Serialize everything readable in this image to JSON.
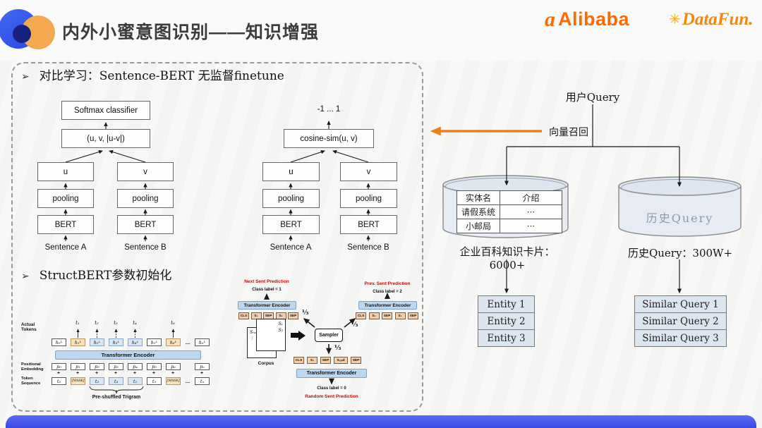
{
  "header": {
    "title": "内外小蜜意图识别——知识增强",
    "alibaba_icon": "a",
    "alibaba_text": "Alibaba",
    "datafun_icon": "✳",
    "datafun_text": "DataFun."
  },
  "bullets": {
    "marker": "➢"
  },
  "contrastive": {
    "heading": "对比学习：Sentence-BERT 无监督finetune",
    "left": {
      "classifier": "Softmax classifier",
      "concat": "(u, v, |u-v|)",
      "u": "u",
      "v": "v",
      "pooling": "pooling",
      "bert": "BERT",
      "sent_a": "Sentence A",
      "sent_b": "Sentence B"
    },
    "right": {
      "range": "-1 ... 1",
      "cosine": "cosine-sim(u, v)",
      "u": "u",
      "v": "v",
      "pooling": "pooling",
      "bert": "BERT",
      "sent_a": "Sentence A",
      "sent_b": "Sentence B"
    }
  },
  "structbert": {
    "heading": "StructBERT参数初始化",
    "actual_tokens": "Actual Tokens",
    "top_tokens": [
      "t₁",
      "t₂",
      "t₃",
      "t₄",
      "t₆"
    ],
    "h_row": [
      "h₀ᴸ",
      "h₁ᴸ",
      "h₂ᴸ",
      "h₃ᴸ",
      "h₄ᴸ",
      "h₅ᴸ",
      "h₆ᴸ",
      "…",
      "hₙᴸ"
    ],
    "encoder": "Transformer Encoder",
    "pos_label": "Positional Embedding",
    "p_row": [
      "p₀",
      "p₁",
      "p₂",
      "p₃",
      "p₄",
      "p₅",
      "p₆",
      "pₙ"
    ],
    "plus": "+",
    "tok_label": "Token Sequence",
    "t_row": [
      "t₀",
      "[MASK]",
      "t₃",
      "t₄",
      "t₂",
      "t₅",
      "[MASK]",
      "…",
      "tₙ"
    ],
    "trigram": "Pre-shuffled Trigram",
    "next_title": "Next Sent Prediction",
    "next_label": "Class label = 1",
    "next_tokens": [
      "CLS",
      "S₁",
      "SEP",
      "S₂",
      "SEP"
    ],
    "prev_title": "Prev. Sent Prediction",
    "prev_label": "Class label = 2",
    "prev_tokens": [
      "CLS",
      "S₂",
      "SEP",
      "S₁",
      "SEP"
    ],
    "random_title": "Random Sent Prediction",
    "random_label": "Class label = 0",
    "random_tokens": [
      "CLS",
      "S₁",
      "SEP",
      "Sᵣₐₙd",
      "SEP"
    ],
    "corpus": "Corpus",
    "paper_front": [
      "S₁",
      "S₂"
    ],
    "paper_back": [
      "Sᵣₐₙd",
      "⋮"
    ],
    "sampler": "Sampler",
    "third": "⅓"
  },
  "right_panel": {
    "user_query": "用户Query",
    "vector_recall": "向量召回",
    "kb_table": {
      "headers": [
        "实体名",
        "介绍"
      ],
      "rows": [
        [
          "请假系统",
          "···"
        ],
        [
          "小邮局",
          "···"
        ]
      ]
    },
    "kb_caption": "企业百科知识卡片：6000+",
    "history_db": "历史Query",
    "history_caption": "历史Query：300W+",
    "entities": [
      "Entity 1",
      "Entity 2",
      "Entity 3"
    ],
    "similar": [
      "Similar Query 1",
      "Similar Query 2",
      "Similar Query 3"
    ]
  },
  "colors": {
    "accent_orange": "#e8821c",
    "bottom_bar_blue": "#4656e8",
    "encoder_blue": "#bdd7ee",
    "token_tan": "#f2cfae",
    "cell_blue": "#d9e6f4",
    "cell_tan": "#f9e3bb",
    "cylinder_fill": "#e7ecf4",
    "alert_red": "#d40000"
  }
}
